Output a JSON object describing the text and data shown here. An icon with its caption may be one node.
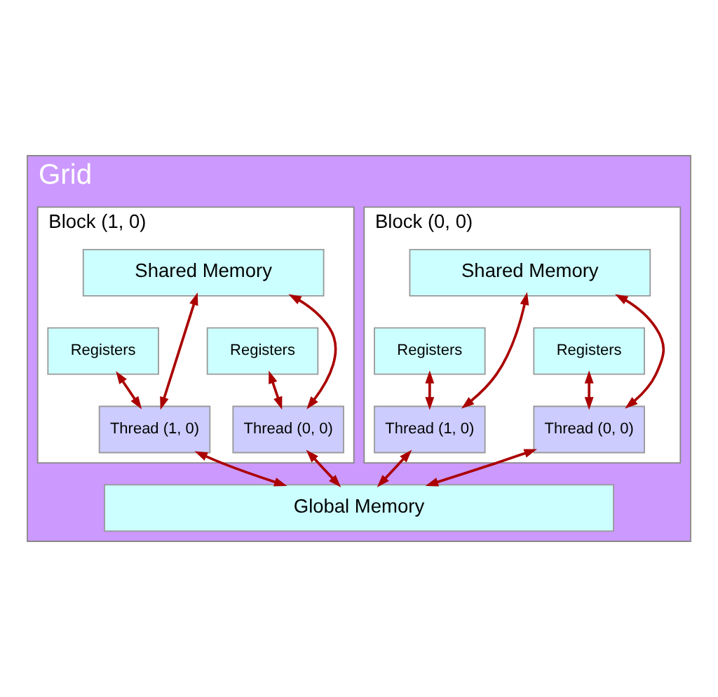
{
  "diagram": {
    "nodes": [
      {
        "text": [
          "Grid"
        ]
      },
      {
        "text": [
          "Block (0, 0)"
        ],
        "in": 0
      },
      {
        "text": [
          "Shared Memory"
        ],
        "in": 1
      },
      {
        "text": [
          "Registers"
        ],
        "in": 1
      },
      {
        "text": [
          "Registers"
        ],
        "in": 1
      },
      {
        "text": [
          "Thread (0, 0)"
        ],
        "in": 1
      },
      {
        "text": [
          "Thread (1, 0)"
        ],
        "in": 1
      },
      {
        "text": [
          "Block (1, 0)"
        ],
        "in": 0
      },
      {
        "text": [
          "Shared Memory"
        ],
        "in": 7
      },
      {
        "text": [
          "Registers"
        ],
        "in": 7
      },
      {
        "text": [
          "Registers"
        ],
        "in": 7
      },
      {
        "text": [
          "Thread (0, 0)"
        ],
        "in": 7
      },
      {
        "text": [
          "Thread (1, 0)"
        ],
        "in": 7
      },
      {
        "text": [
          "Global Memory"
        ],
        "in": 0
      }
    ],
    "edges": [
      {
        "from": 3,
        "to": 5,
        "arrow": "both"
      },
      {
        "from": 2,
        "to": 5,
        "arrow": "both"
      },
      {
        "from": 4,
        "to": 6,
        "arrow": "both"
      },
      {
        "from": 2,
        "to": 6,
        "arrow": "both"
      },
      {
        "from": 9,
        "to": 11,
        "arrow": "both"
      },
      {
        "from": 8,
        "to": 11,
        "arrow": "both"
      },
      {
        "from": 10,
        "to": 12,
        "arrow": "both"
      },
      {
        "from": 8,
        "to": 12,
        "arrow": "both"
      },
      {
        "from": 5,
        "to": 13,
        "arrow": "both"
      },
      {
        "from": 6,
        "to": 13,
        "arrow": "both"
      },
      {
        "from": 11,
        "to": 13,
        "arrow": "both"
      },
      {
        "from": 12,
        "to": 13,
        "arrow": "both"
      }
    ]
  }
}
